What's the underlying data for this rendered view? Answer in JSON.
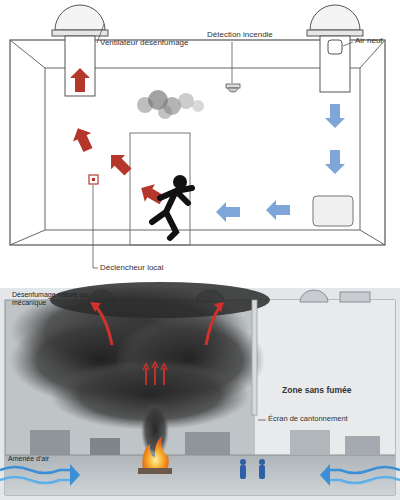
{
  "diagram": {
    "labels": [
      "Ventilateur désenfumage",
      "Détection incendie",
      "Air neuf",
      "Déclencheur local",
      "Désenfumage nature ou mécanique",
      "Zone sans fumée",
      "Écran de cantonnement",
      "Amenée d'air"
    ]
  }
}
